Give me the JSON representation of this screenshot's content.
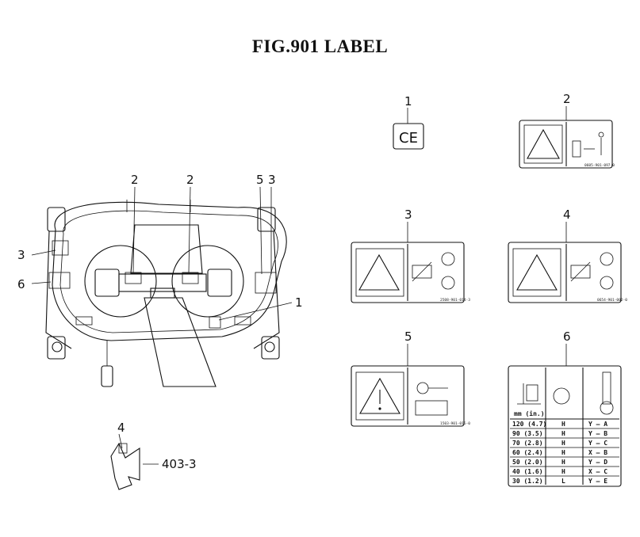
{
  "figure": {
    "title": "FIG.901  LABEL"
  },
  "assembly": {
    "callouts": [
      {
        "name": "callout-2-left",
        "text": "2"
      },
      {
        "name": "callout-2-right",
        "text": "2"
      },
      {
        "name": "callout-5",
        "text": "5"
      },
      {
        "name": "callout-3-right",
        "text": "3"
      },
      {
        "name": "callout-3-left",
        "text": "3"
      },
      {
        "name": "callout-6",
        "text": "6"
      },
      {
        "name": "callout-1",
        "text": "1"
      }
    ]
  },
  "part": {
    "callout": "4",
    "ref": "403-3"
  },
  "labels": [
    {
      "num": "1",
      "text": "CE",
      "code": ""
    },
    {
      "num": "2",
      "text": "",
      "code": "0605-901-097-0"
    },
    {
      "num": "3",
      "text": "",
      "code": "2508-901-014-3"
    },
    {
      "num": "4",
      "text": "",
      "code": "0654-901-002-0"
    },
    {
      "num": "5",
      "text": "",
      "code": "1503-901-015-0"
    },
    {
      "num": "6",
      "text": "",
      "code": ""
    }
  ],
  "height_table": {
    "unit_label": "mm (in.)",
    "rows": [
      {
        "height": "120 (4.7)",
        "pos": "H",
        "setting": "Y — A"
      },
      {
        "height": "90 (3.5)",
        "pos": "H",
        "setting": "Y — B"
      },
      {
        "height": "70 (2.8)",
        "pos": "H",
        "setting": "Y — C"
      },
      {
        "height": "60 (2.4)",
        "pos": "H",
        "setting": "X — B"
      },
      {
        "height": "50 (2.0)",
        "pos": "H",
        "setting": "Y — D"
      },
      {
        "height": "40 (1.6)",
        "pos": "H",
        "setting": "X — C"
      },
      {
        "height": "30 (1.2)",
        "pos": "L",
        "setting": "Y — E"
      }
    ]
  }
}
